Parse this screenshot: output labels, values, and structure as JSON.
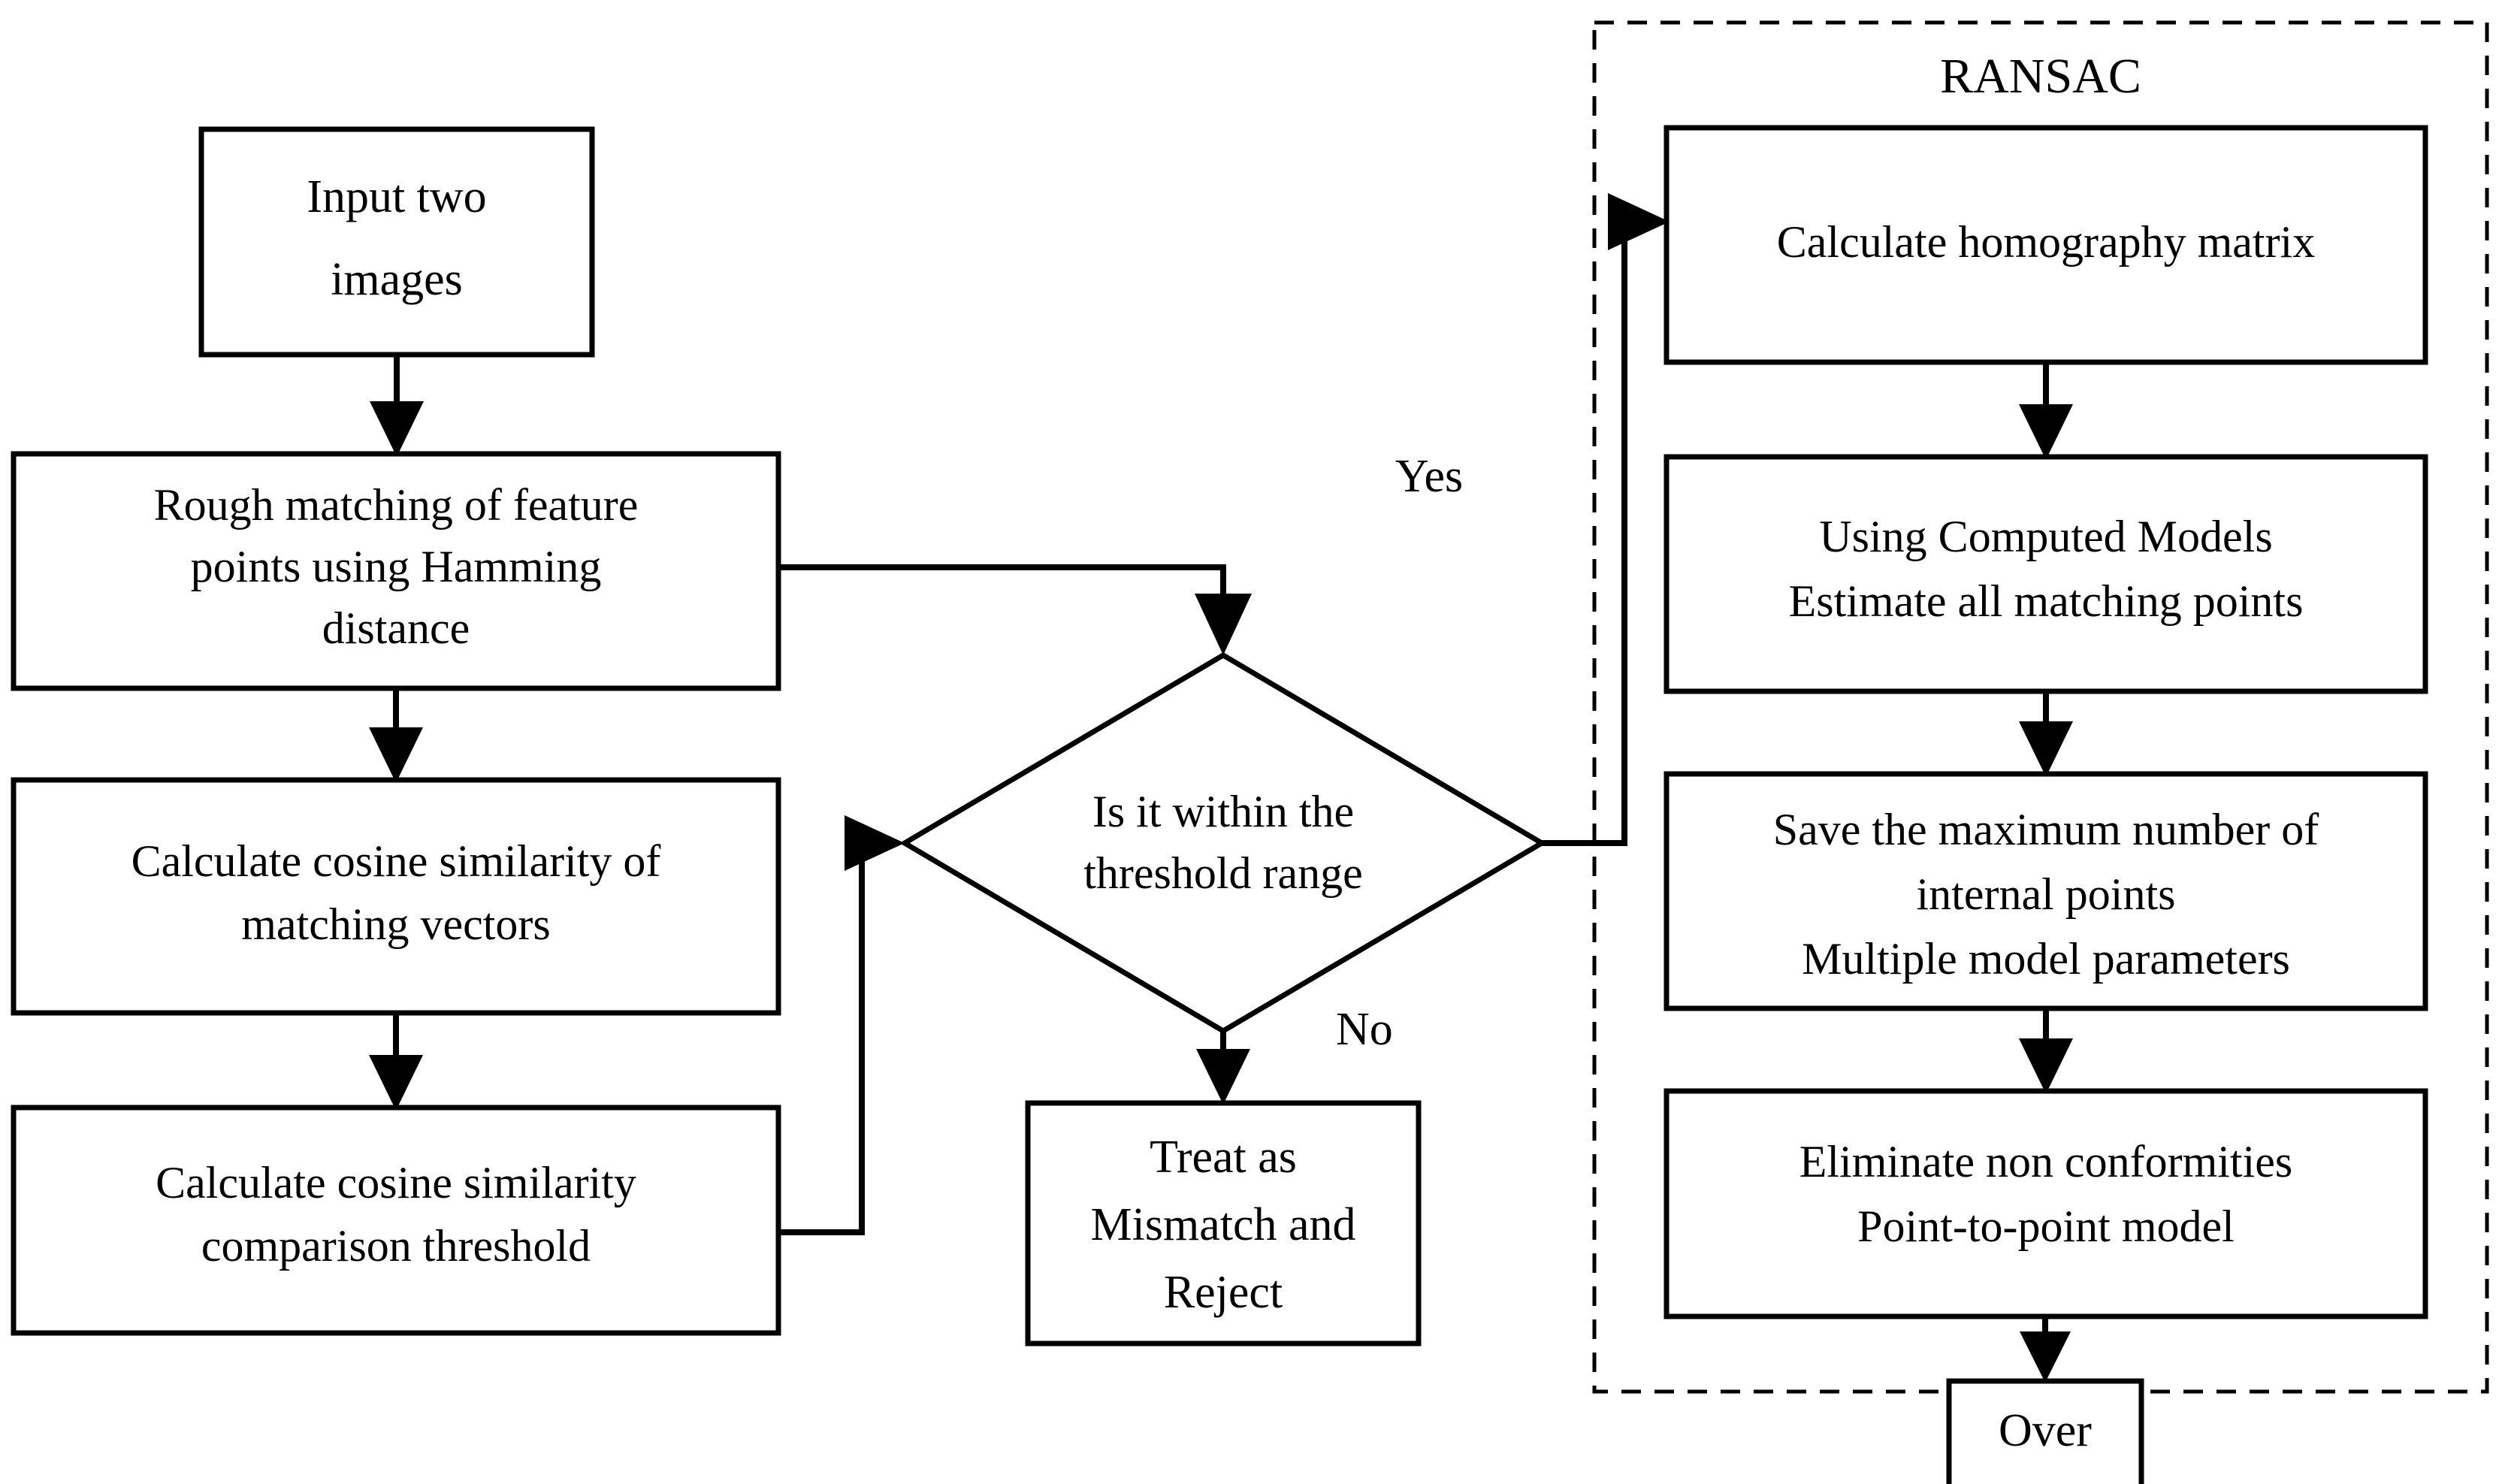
{
  "diagram": {
    "title": "Feature matching and RANSAC flowchart",
    "background_color": "#ffffff",
    "line_color": "#000000",
    "nodes": {
      "input_images": "Input two\nimages",
      "rough_matching": "Rough matching of feature\npoints using Hamming\ndistance",
      "cosine_similarity_vectors": "Calculate cosine similarity of\nmatching vectors",
      "cosine_similarity_threshold": "Calculate cosine similarity\ncomparison threshold",
      "decision_threshold": "Is it within the\nthreshold range",
      "mismatch_reject": "Treat as\nMismatch and\nReject",
      "homography": "Calculate homography matrix",
      "estimate_points": "Using Computed Models\nEstimate all matching points",
      "save_internal_points": "Save the maximum number of\ninternal points\nMultiple model parameters",
      "eliminate_nonconformities": "Eliminate non conformities\nPoint-to-point model",
      "over": "Over"
    },
    "node_lines": {
      "input_images": [
        "Input two",
        "images"
      ],
      "rough_matching": [
        "Rough matching of feature",
        "points using Hamming",
        "distance"
      ],
      "cosine_similarity_vectors": [
        "Calculate cosine similarity of",
        "matching vectors"
      ],
      "cosine_similarity_threshold": [
        "Calculate cosine similarity",
        "comparison threshold"
      ],
      "decision_threshold": [
        "Is it within the",
        "threshold range"
      ],
      "mismatch_reject": [
        "Treat as",
        "Mismatch and",
        "Reject"
      ],
      "homography": [
        "Calculate homography matrix"
      ],
      "estimate_points": [
        "Using Computed Models",
        "Estimate all matching points"
      ],
      "save_internal_points": [
        "Save the maximum number of",
        "internal points",
        "Multiple model parameters"
      ],
      "eliminate_nonconformities": [
        "Eliminate non conformities",
        "Point-to-point model"
      ],
      "over": [
        "Over"
      ]
    },
    "group": {
      "ransac_title": "RANSAC"
    },
    "edge_labels": {
      "yes": "Yes",
      "no": "No"
    }
  }
}
